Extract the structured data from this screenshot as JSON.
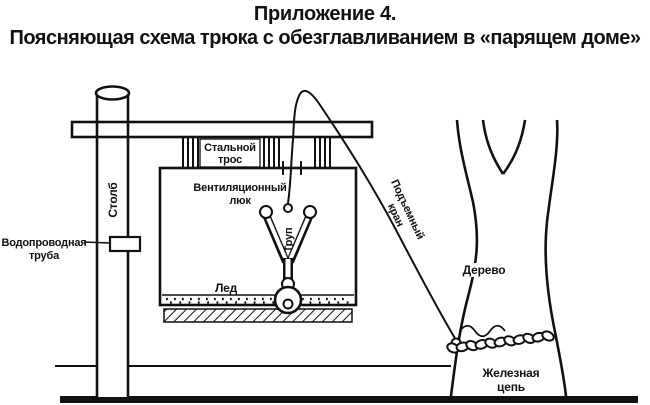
{
  "title": {
    "line1": "Приложение 4.",
    "line2": "Поясняющая схема трюка с обезглавливанием в «парящем доме»"
  },
  "labels": {
    "pole": "Столб",
    "water_pipe": {
      "line1": "Водопроводная",
      "line2": "труба"
    },
    "steel_cable": {
      "line1": "Стальной",
      "line2": "трос"
    },
    "vent_hatch": {
      "line1": "Вентиляционный",
      "line2": "люк"
    },
    "corpse": "Труп",
    "ice": "Лед",
    "crane": {
      "line1": "Подъемный",
      "line2": "кран"
    },
    "tree": "Дерево",
    "iron_chain": {
      "line1": "Железная",
      "line2": "цепь"
    }
  },
  "colors": {
    "ink": "#111111",
    "background": "#ffffff"
  }
}
